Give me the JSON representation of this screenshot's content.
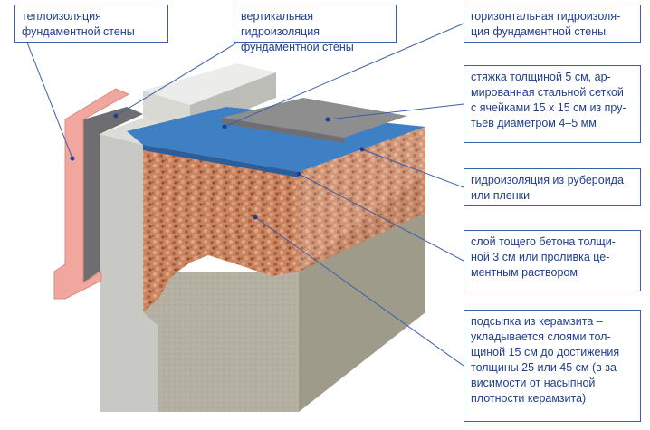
{
  "colors": {
    "insulation": "#f1a79e",
    "waterproofing_vertical": "#6e6e70",
    "foundation": "#c8c8c4",
    "beam": "#d9d9d4",
    "blue_membrane": "#3f7fc4",
    "screed": "#8c8c8c",
    "expanded_clay": "#c98562",
    "soil": "#b2ae9e",
    "leader_line": "#3b5fa8",
    "label_text": "#1f3f8c"
  },
  "labels": {
    "thermal_insulation": "теплоизоляция\nфундаментной стены",
    "vertical_waterproofing": "вертикальная гидроизоляция\nфундаментной стены",
    "horizontal_waterproofing": "горизонтальная гидроизоля-\nция фундаментной стены",
    "screed": "стяжка толщиной 5 см, ар-\nмированная стальной сеткой\nс ячейками 15 х 15 см из пру-\nтьев диаметром 4–5 мм",
    "roofing_felt": "гидроизоляция из рубероида\nили пленки",
    "lean_concrete": "слой тощего бетона толщи-\nной 3 см или проливка це-\nментным раствором",
    "expanded_clay_fill": "подсыпка из керамзита –\nукладывается слоями тол-\nщиной 15 см до достижения\nтолщины 25 или 45 см (в за-\nвисимости от насыпной\nплотности керамзита)"
  }
}
